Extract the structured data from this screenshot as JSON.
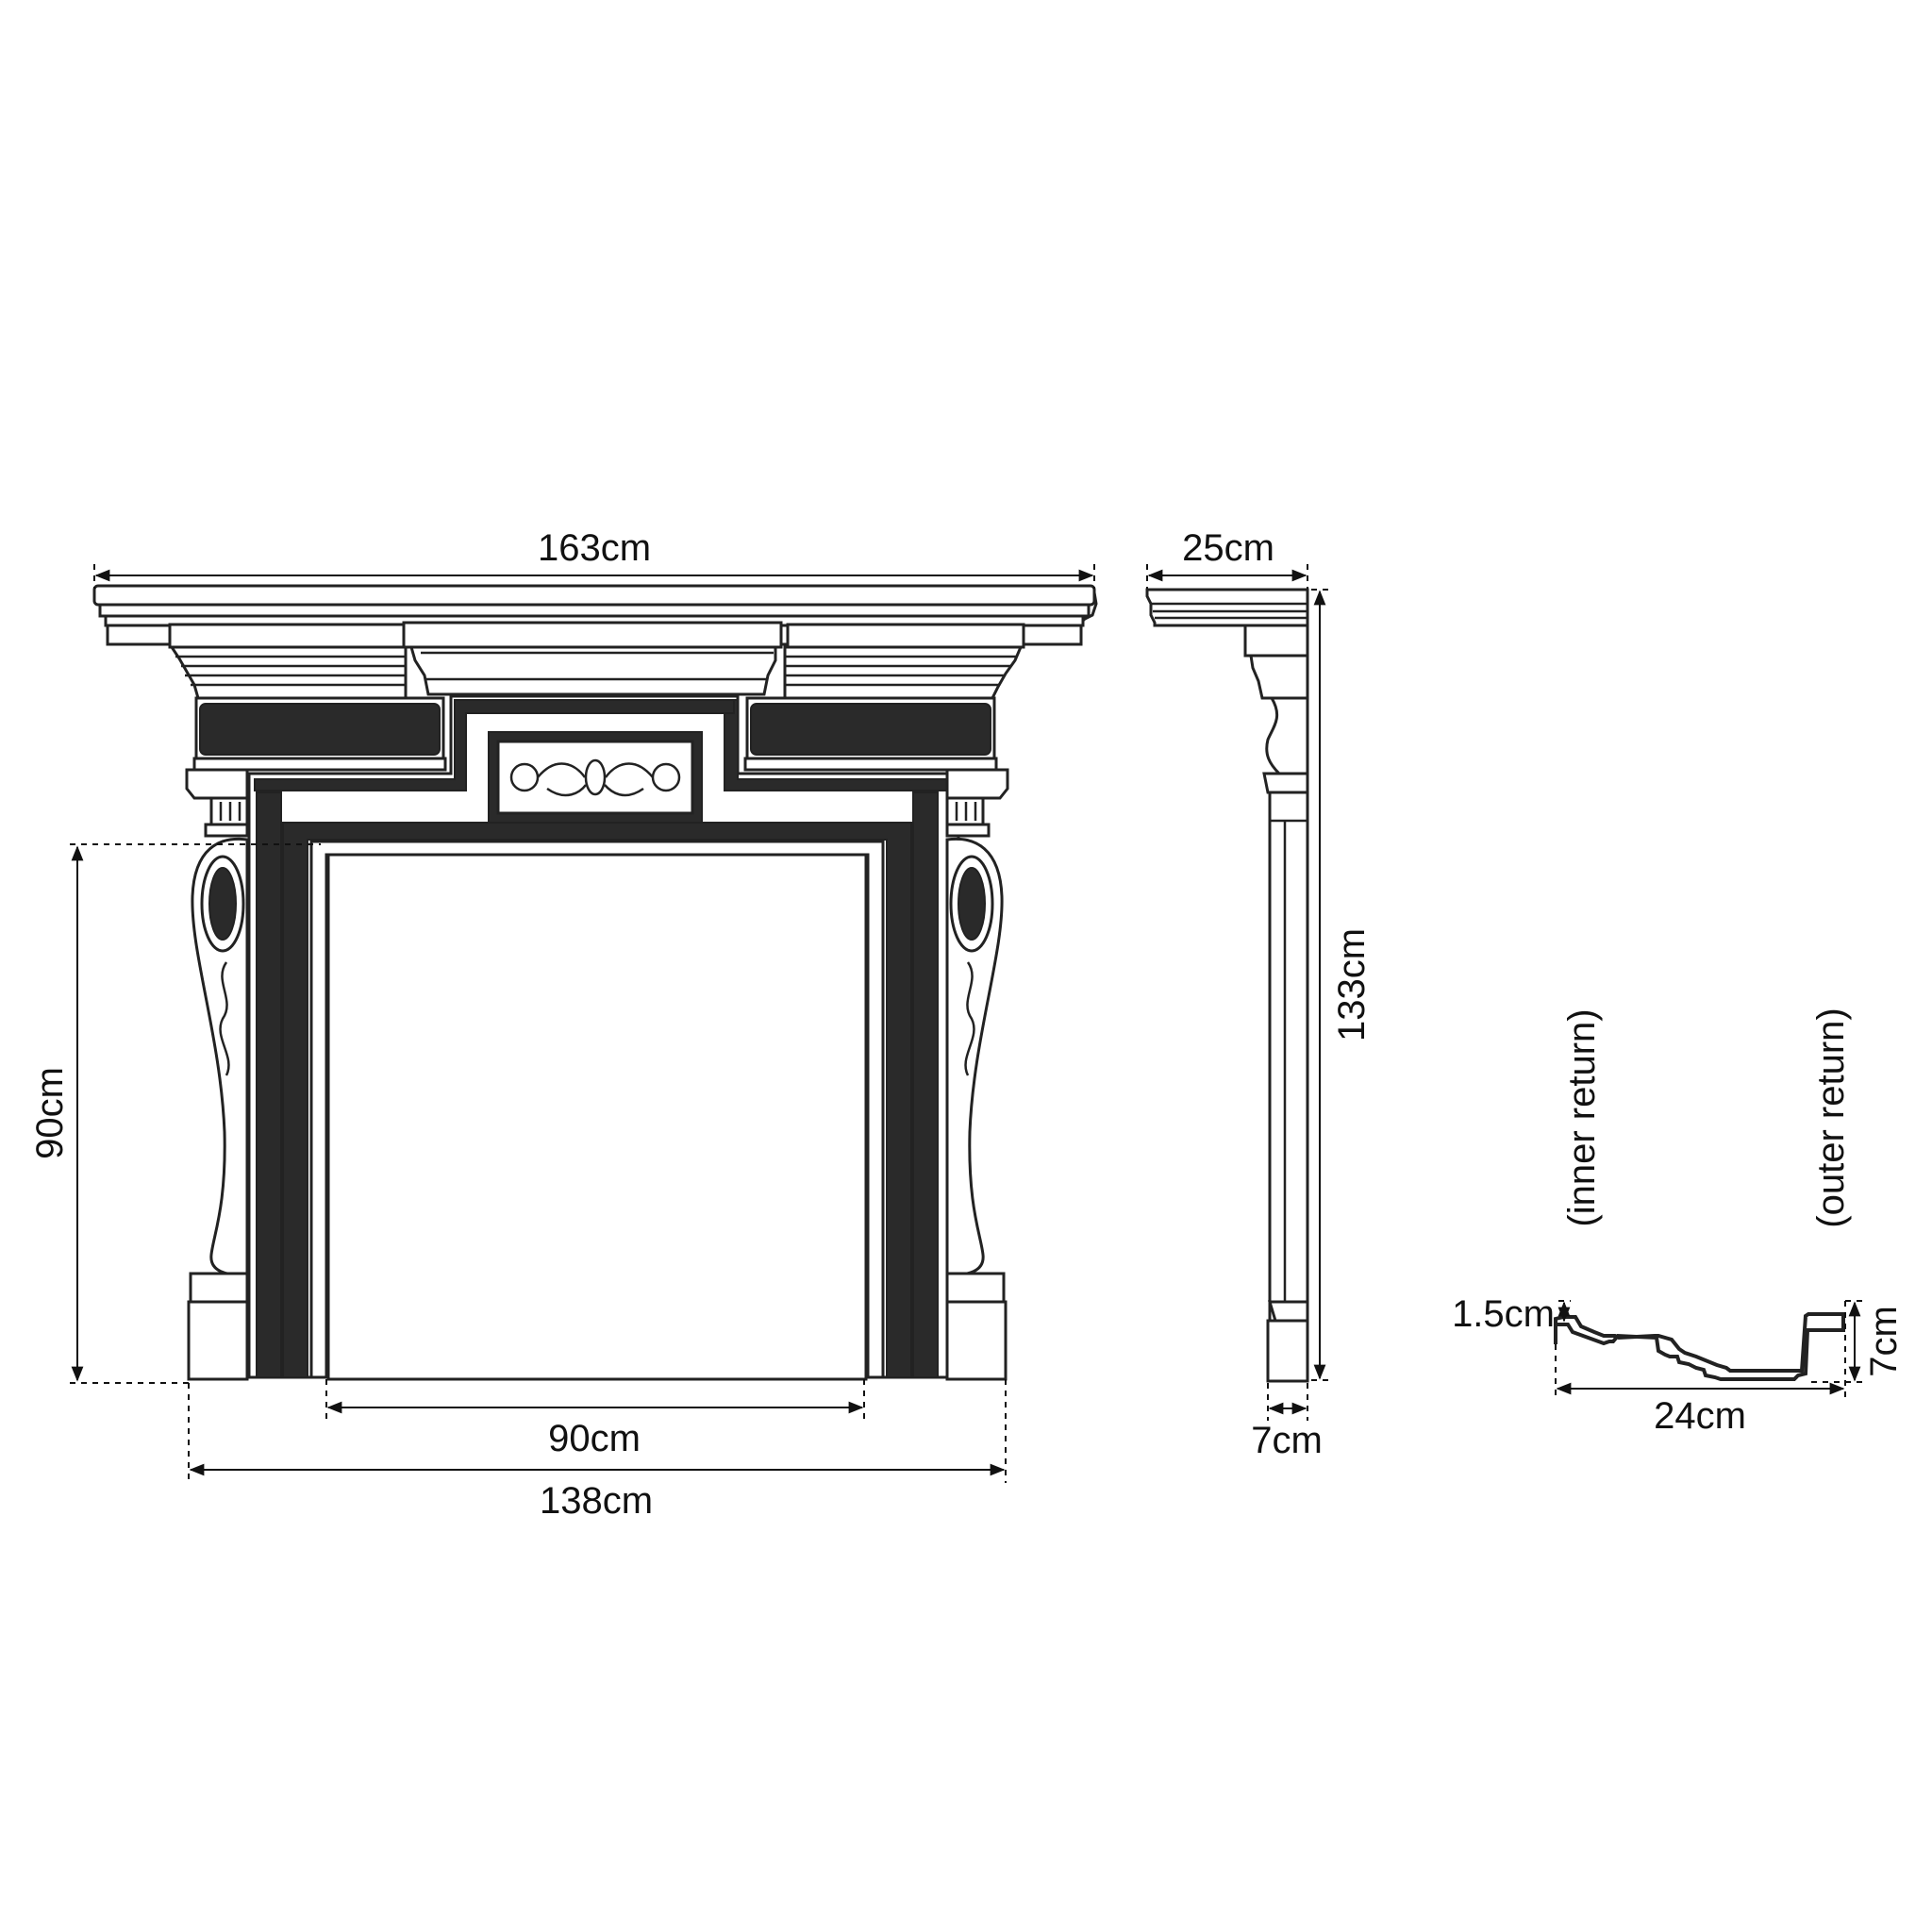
{
  "diagram": {
    "title": "Fireplace surround dimension drawing",
    "colors": {
      "line": "#222222",
      "background": "#ffffff",
      "text": "#111111"
    },
    "front_view": {
      "overall_width_label": "163cm",
      "opening_height_label": "90cm",
      "opening_width_label": "90cm",
      "base_width_label": "138cm"
    },
    "side_view": {
      "depth_label": "25cm",
      "height_label": "133cm",
      "leg_depth_label": "7cm"
    },
    "profile_view": {
      "inner_return_label": "(inner return)",
      "outer_return_label": "(outer return)",
      "inner_height_label": "1.5cm",
      "outer_height_label": "7cm",
      "width_label": "24cm"
    }
  }
}
